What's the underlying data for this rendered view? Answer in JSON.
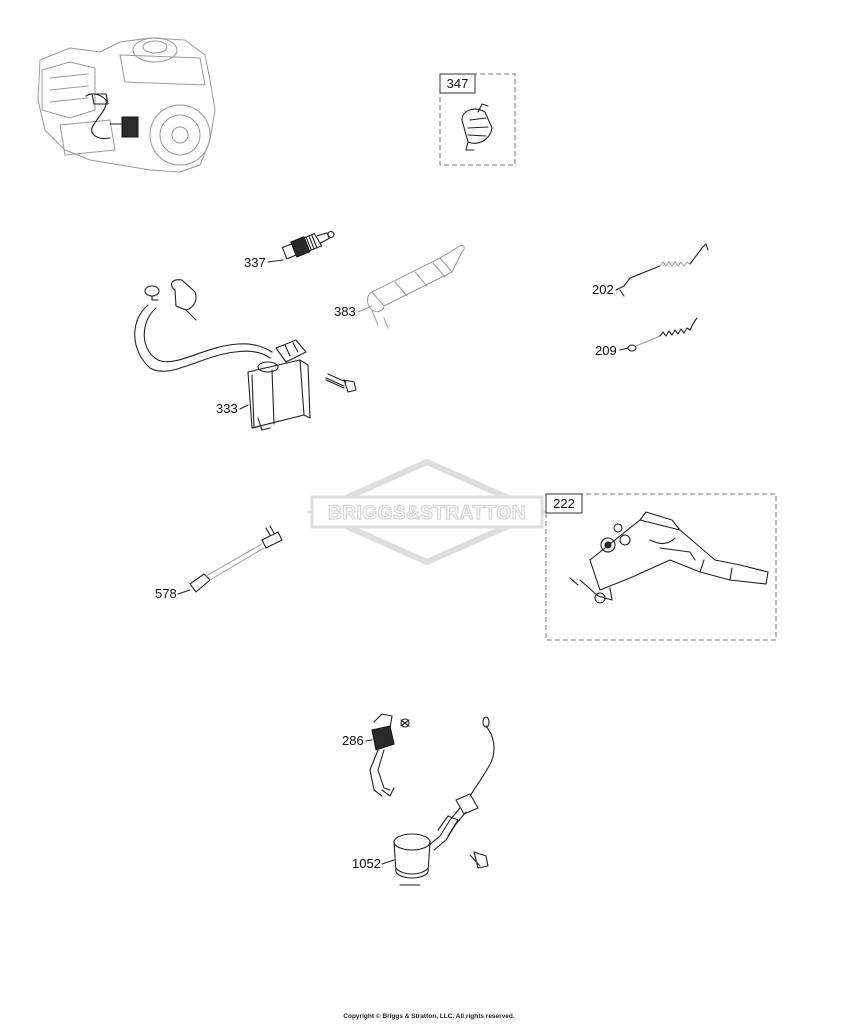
{
  "diagram": {
    "watermark": "BRIGGS&STRATTON",
    "copyright": "Copyright © Briggs & Stratton, LLC. All rights reserved.",
    "callouts": {
      "p347": "347",
      "p337": "337",
      "p383": "383",
      "p202": "202",
      "p209": "209",
      "p333": "333",
      "p222": "222",
      "p578": "578",
      "p286": "286",
      "p1052": "1052"
    }
  }
}
